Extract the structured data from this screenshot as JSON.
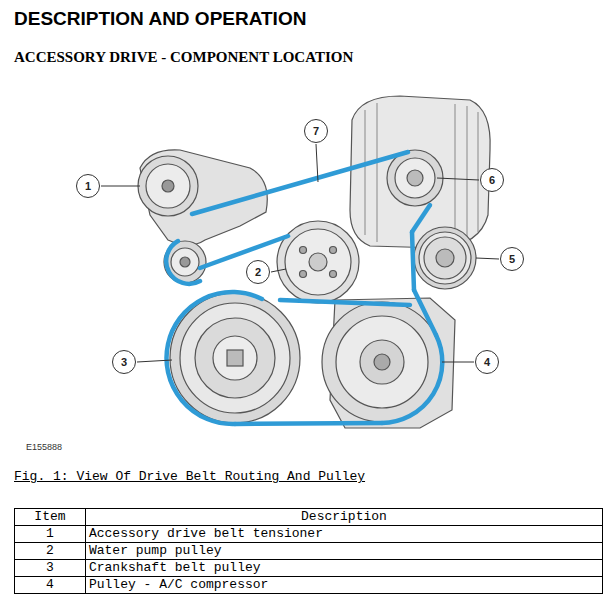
{
  "diagram": {
    "title": "DESCRIPTION AND OPERATION",
    "caption": "Fig. 1: View Of Drive Belt Routing And Pulley",
    "nodes": [
      {
        "text": [
          "7"
        ]
      },
      {
        "text": [
          "6"
        ]
      },
      {
        "text": [
          "1"
        ]
      },
      {
        "text": [
          "5"
        ]
      },
      {
        "text": [
          "2"
        ]
      },
      {
        "text": [
          "4"
        ]
      },
      {
        "text": [
          "3"
        ]
      }
    ],
    "labels": [
      "ACCESSORY DRIVE - COMPONENT LOCATION",
      "E155888",
      "Item",
      "Description",
      "1",
      "Accessory drive belt tensioner",
      "2",
      "Water pump pulley",
      "3",
      "Crankshaft belt pulley",
      "4",
      "Pulley - A/C compressor"
    ]
  }
}
